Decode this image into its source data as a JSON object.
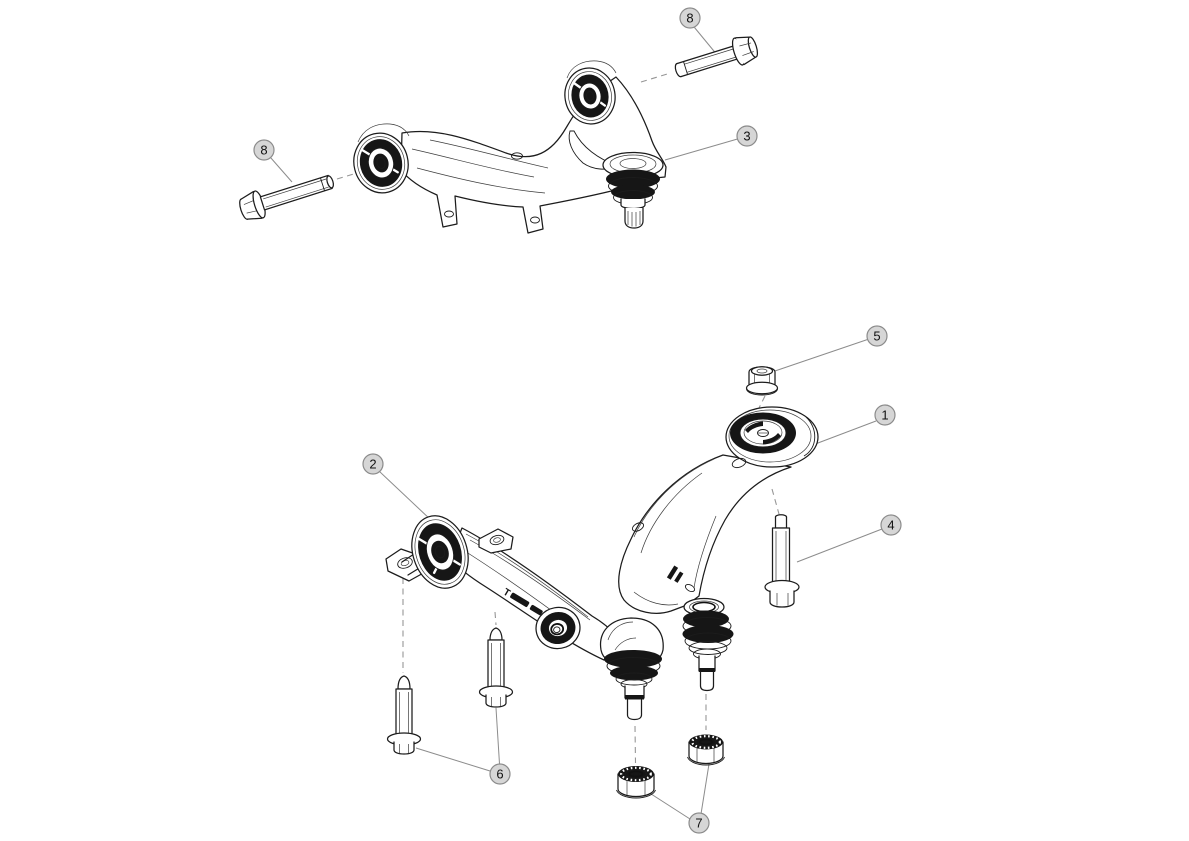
{
  "colors": {
    "background": "#ffffff",
    "callout_fill": "#d6d6d6",
    "callout_stroke": "#8c8c8c",
    "callout_number": "#111111",
    "leader_line": "#8c8c8c",
    "dashed_line": "#969696",
    "line_art": "#1c1c1c",
    "dark_fill": "#161616"
  },
  "callouts": [
    {
      "id": "callout-1",
      "number": "1"
    },
    {
      "id": "callout-2",
      "number": "2"
    },
    {
      "id": "callout-3",
      "number": "3"
    },
    {
      "id": "callout-4",
      "number": "4"
    },
    {
      "id": "callout-5",
      "number": "5"
    },
    {
      "id": "callout-6",
      "number": "6"
    },
    {
      "id": "callout-7",
      "number": "7"
    },
    {
      "id": "callout-8-left",
      "number": "8"
    },
    {
      "id": "callout-8-right",
      "number": "8"
    }
  ],
  "markings": {
    "arm_stamp": "T"
  }
}
